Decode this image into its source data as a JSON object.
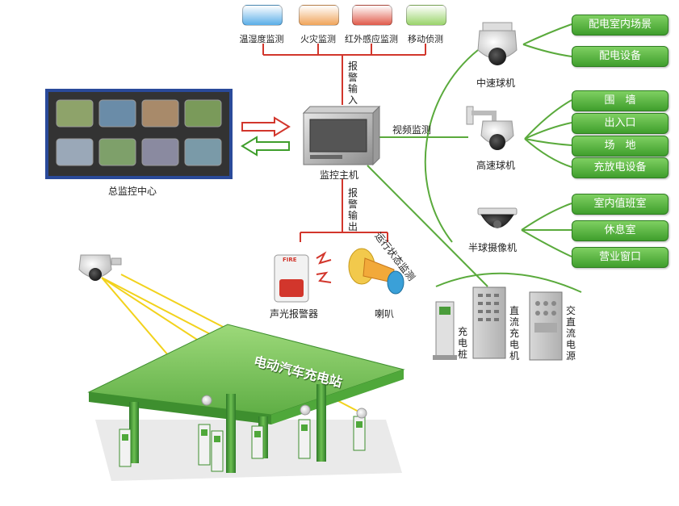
{
  "sensors": [
    {
      "label": "温湿度监测",
      "color": "#5aaee8"
    },
    {
      "label": "火灾监测",
      "color": "#f0a45a"
    },
    {
      "label": "红外感应监测",
      "color": "#e05a4a"
    },
    {
      "label": "移动侦测",
      "color": "#9ad46a"
    }
  ],
  "flows": {
    "alarm_input": "报警输入",
    "alarm_output": "报警输出",
    "video_monitor": "视频监测",
    "status_monitor": "运行状态监测"
  },
  "nodes": {
    "control_center": "总监控中心",
    "host": "监控主机",
    "medium_dome": "中速球机",
    "high_dome": "高速球机",
    "half_dome": "半球摄像机",
    "sound_light_alarm": "声光报警器",
    "horn": "喇叭",
    "charging_pile": "充电桩",
    "dc_charger": "直流充电机",
    "ac_dc_power": "交直流电源",
    "station": "电动汽车充电站",
    "fire_word": "FIRE"
  },
  "targets": {
    "medium_dome": [
      "配电室内场景",
      "配电设备"
    ],
    "high_dome": [
      "围　墙",
      "出入口",
      "场　地",
      "充放电设备"
    ],
    "half_dome": [
      "室内值班室",
      "休息室",
      "营业窗口"
    ]
  },
  "colors": {
    "green_box": "#3f9e2c",
    "connector": "#5aaa3c",
    "red_line": "#d2362c",
    "monitor_frame": "#2a4a9a",
    "canopy": "#4a9c3a"
  }
}
